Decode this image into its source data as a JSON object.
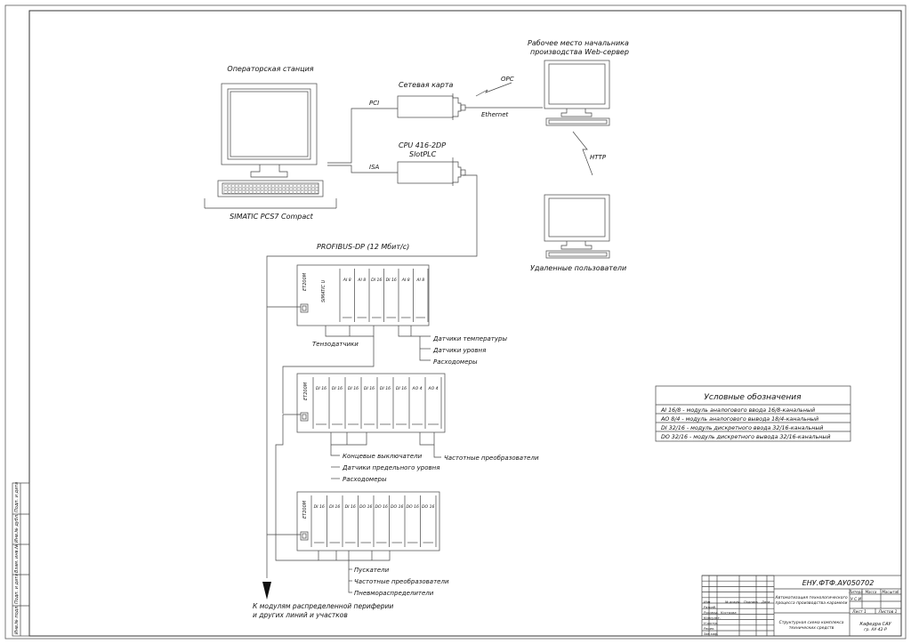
{
  "station": {
    "title": "Операторская станция",
    "caption": "SIMATIC PCS7 Compact"
  },
  "cards": {
    "pci_label": "PCI",
    "isa_label": "ISA",
    "net_card": "Сетевая карта",
    "cpu_line1": "CPU 416-2DP",
    "cpu_line2": "SlotPLC"
  },
  "links": {
    "opc": "OPC",
    "ethernet": "Ethernet",
    "http": "HTTP"
  },
  "workstation": {
    "title_line1": "Рабочее место начальника",
    "title_line2": "производства Web-сервер"
  },
  "remote_users": "Удаленные пользователи",
  "profibus": "PROFIBUS-DP (12 Мбит/с)",
  "rack1": {
    "head": "ET200M",
    "cpu": "SIMATIC U",
    "modules": [
      "AI 8",
      "AI 8",
      "DI 16",
      "DI 16",
      "AI 8",
      "AI 8"
    ],
    "labels": [
      "Тензодатчики",
      "Датчики температуры",
      "Датчики уровня",
      "Расходомеры"
    ]
  },
  "rack2": {
    "head": "ET200M",
    "modules": [
      "DI 16",
      "DI 16",
      "DI 16",
      "DI 16",
      "DI 16",
      "DI 16",
      "AO 4",
      "AO 4"
    ],
    "labels": [
      "Концевые выключатели",
      "Датчики предельного уровня",
      "Расходомеры",
      "Частотные преобразователи"
    ]
  },
  "rack3": {
    "head": "ET200M",
    "modules": [
      "DI 16",
      "DI 16",
      "DI 16",
      "DO 16",
      "DO 16",
      "DO 16",
      "DO 16",
      "DO 16"
    ],
    "labels": [
      "Пускатели",
      "Частотные преобразователи",
      "Пневмораспределители"
    ]
  },
  "periphery": {
    "line1": "К модулям распределенной периферии",
    "line2": "и других линий и участков"
  },
  "legend": {
    "title": "Условные обозначения",
    "items": [
      "AI 16/8 - модуль аналогового ввода 16/8-канальный",
      "AO 8/4 - модуль аналогового вывода 18/4-канальный",
      "DI 32/16 - модуль дискретного ввода 32/16-канальный",
      "DO 32/16 - модуль дискретного вывода 32/16-канальный"
    ]
  },
  "stamp": {
    "code": "ЕНУ.ФТФ.АУ050702",
    "doc_title_line1": "Автоматизация технологического",
    "doc_title_line2": "процесса производства карамели",
    "sheet_title_line1": "Структурная схема комплекса",
    "sheet_title_line2": "технических средств",
    "org_line1": "Кафедра САУ",
    "org_line2": "гр. АУ-42-Р",
    "lit_header": "Литера",
    "mass_header": "Масса",
    "scale_header": "Масштаб",
    "lit_value": "У С И",
    "sheet": "Лист 1",
    "sheets": "Листов 1",
    "rows": [
      "Изм",
      "Разраб.",
      "Руковод.",
      "Консульт.",
      "Н.контр.",
      "Рецен.",
      "Зав.каф."
    ],
    "cols": [
      "№ докум.",
      "Подпись",
      "Дата"
    ],
    "author": "Кострова"
  },
  "side_stamp": [
    "Подп. и дата",
    "Инв.№ дубл.",
    "Взам. инв.№",
    "Подп. и дата",
    "Инв.№ подл."
  ]
}
